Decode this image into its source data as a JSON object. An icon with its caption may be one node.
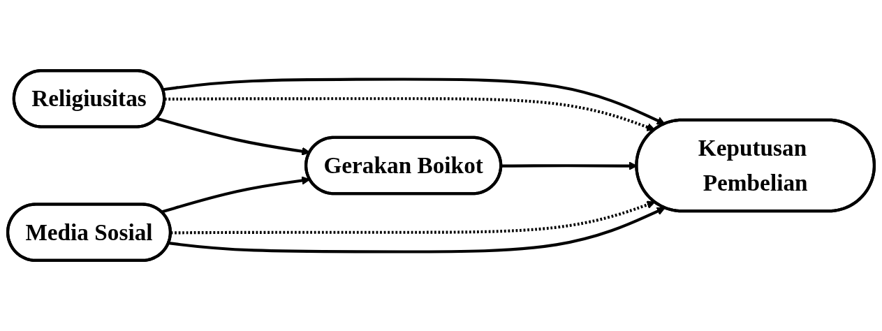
{
  "diagram": {
    "nodes": [
      {
        "text": [
          "Religiusitas"
        ]
      },
      {
        "text": [
          "Gerakan Boikot"
        ]
      },
      {
        "text": [
          "Keputusan Pembelian"
        ]
      },
      {
        "text": [
          "Media Sosial"
        ]
      }
    ],
    "edges": [
      {
        "from": 0,
        "to": 2,
        "arrow": "to"
      },
      {
        "from": 0,
        "to": 2,
        "arrow": "to",
        "style": "dashed"
      },
      {
        "from": 0,
        "to": 1,
        "arrow": "to"
      },
      {
        "from": 1,
        "to": 2,
        "arrow": "to"
      },
      {
        "from": 3,
        "to": 1,
        "arrow": "to"
      },
      {
        "from": 3,
        "to": 2,
        "arrow": "to",
        "style": "dashed"
      },
      {
        "from": 3,
        "to": 2,
        "arrow": "to"
      }
    ]
  }
}
